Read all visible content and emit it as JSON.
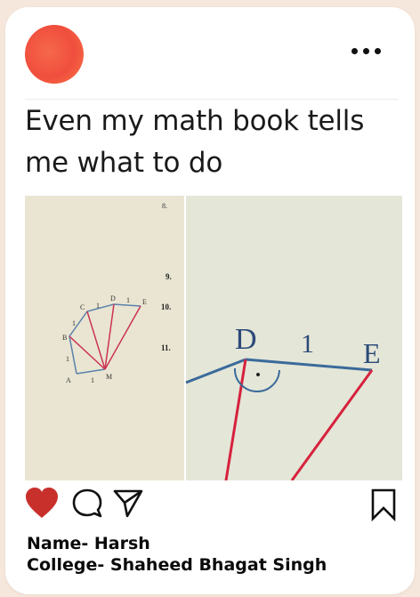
{
  "post": {
    "caption": "Even my math book tells me what to do",
    "name_line": "Name- Harsh",
    "college_line": "College- Shaheed Bhagat Singh"
  },
  "image": {
    "left_page": {
      "vertex_labels": [
        "A",
        "1",
        "B",
        "1",
        "C",
        "1",
        "D",
        "1",
        "E",
        "1",
        "M"
      ]
    },
    "right_page": {
      "exercise_numbers": [
        "8.",
        "9.",
        "10.",
        "11."
      ],
      "zoom_labels": [
        "D",
        "1",
        "E"
      ]
    }
  },
  "icons": {
    "avatar": "avatar-circle",
    "more": "more-dots-icon",
    "like": "heart-icon",
    "comment": "comment-icon",
    "share": "send-icon",
    "save": "bookmark-icon"
  },
  "colors": {
    "background": "#f6e7dc",
    "card": "#ffffff",
    "like": "#c8302c",
    "avatar": "#f04e3e",
    "line_red": "#d6223c",
    "line_blue": "#3a6a9a"
  }
}
